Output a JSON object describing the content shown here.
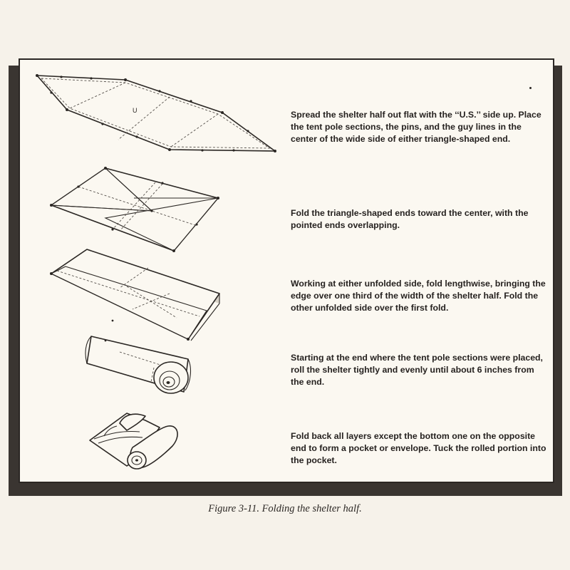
{
  "figure": {
    "caption": "Figure 3-11. Folding the shelter half.",
    "steps": [
      {
        "text": "Spread the shelter half out flat with the ‘‘U.S.’’ side up. Place the tent pole sections, the pins, and the guy lines in the center of the wide side of either triangle-shaped end."
      },
      {
        "text": "Fold the triangle-shaped ends toward the center, with the pointed ends overlapping."
      },
      {
        "text": "Working at either unfolded side, fold lengthwise, bringing the edge over one third of the width of the shelter half. Fold the other unfolded side over the first fold."
      },
      {
        "text": "Starting at the end where the tent pole sections were placed, roll the shelter tightly and evenly until about 6 inches from the end."
      },
      {
        "text": "Fold back all layers except the bottom one on the opposite end to form a pocket or envelope. Tuck the rolled portion into the pocket."
      }
    ]
  }
}
